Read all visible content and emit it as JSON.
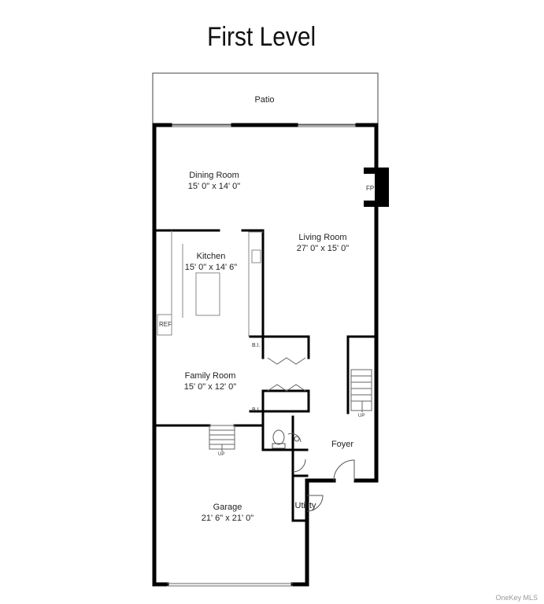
{
  "title": "First Level",
  "rooms": {
    "patio": {
      "name": "Patio"
    },
    "dining": {
      "name": "Dining Room",
      "dims": "15' 0\" x 14' 0\""
    },
    "living": {
      "name": "Living Room",
      "dims": "27' 0\" x 15' 0\""
    },
    "kitchen": {
      "name": "Kitchen",
      "dims": "15' 0\" x 14' 6\""
    },
    "family": {
      "name": "Family Room",
      "dims": "15' 0\" x 12' 0\""
    },
    "garage": {
      "name": "Garage",
      "dims": "21' 6\" x 21' 0\""
    },
    "foyer": {
      "name": "Foyer"
    },
    "utility": {
      "name": "Utility"
    }
  },
  "fixtures": {
    "fireplace": "FP",
    "refrigerator": "REF",
    "builtin_1": "B.I.",
    "builtin_2": "B.I.",
    "stair_up_1": "UP",
    "stair_up_2": "UP"
  },
  "branding": "OneKey MLS"
}
